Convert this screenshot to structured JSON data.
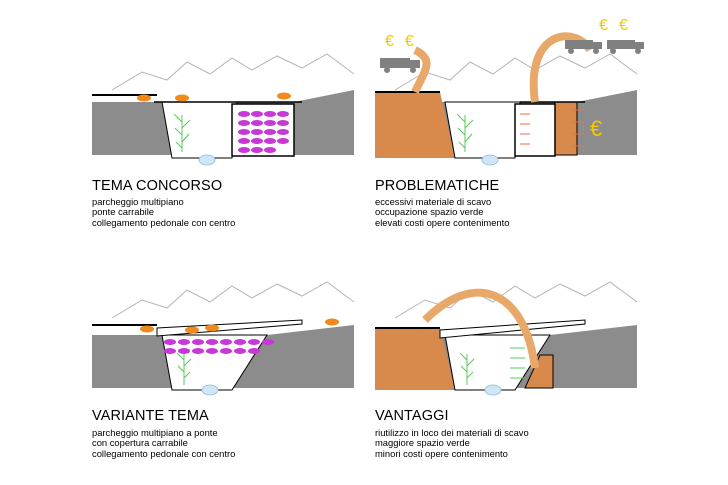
{
  "colors": {
    "ground": "#8c8c8c",
    "mountain": "#b5b5b5",
    "car_orange": "#f08a1c",
    "car_purple": "#c838d8",
    "excavation": "#d88a4c",
    "arrow_fill": "#e8a86a",
    "tree": "#5cc85c",
    "water": "#cfe6f7",
    "euro": "#f2c800",
    "truck": "#808080"
  },
  "icons": {
    "euro_symbol": "€"
  },
  "panels": [
    {
      "title": "TEMA CONCORSO",
      "lines": [
        "parcheggio multipiano",
        "ponte carrabile",
        "collegamento pedonale con centro"
      ]
    },
    {
      "title": "PROBLEMATICHE",
      "lines": [
        "eccessivi materiale di scavo",
        "occupazione spazio verde",
        "elevati costi opere contenimento"
      ]
    },
    {
      "title": "VARIANTE TEMA",
      "lines": [
        "parcheggio multipiano a ponte",
        "con copertura carrabile",
        "collegamento pedonale con centro"
      ]
    },
    {
      "title": "VANTAGGI",
      "lines": [
        "riutilizzo in loco dei materiali di scavo",
        "maggiore spazio verde",
        "minori costi opere contenimento"
      ]
    }
  ]
}
